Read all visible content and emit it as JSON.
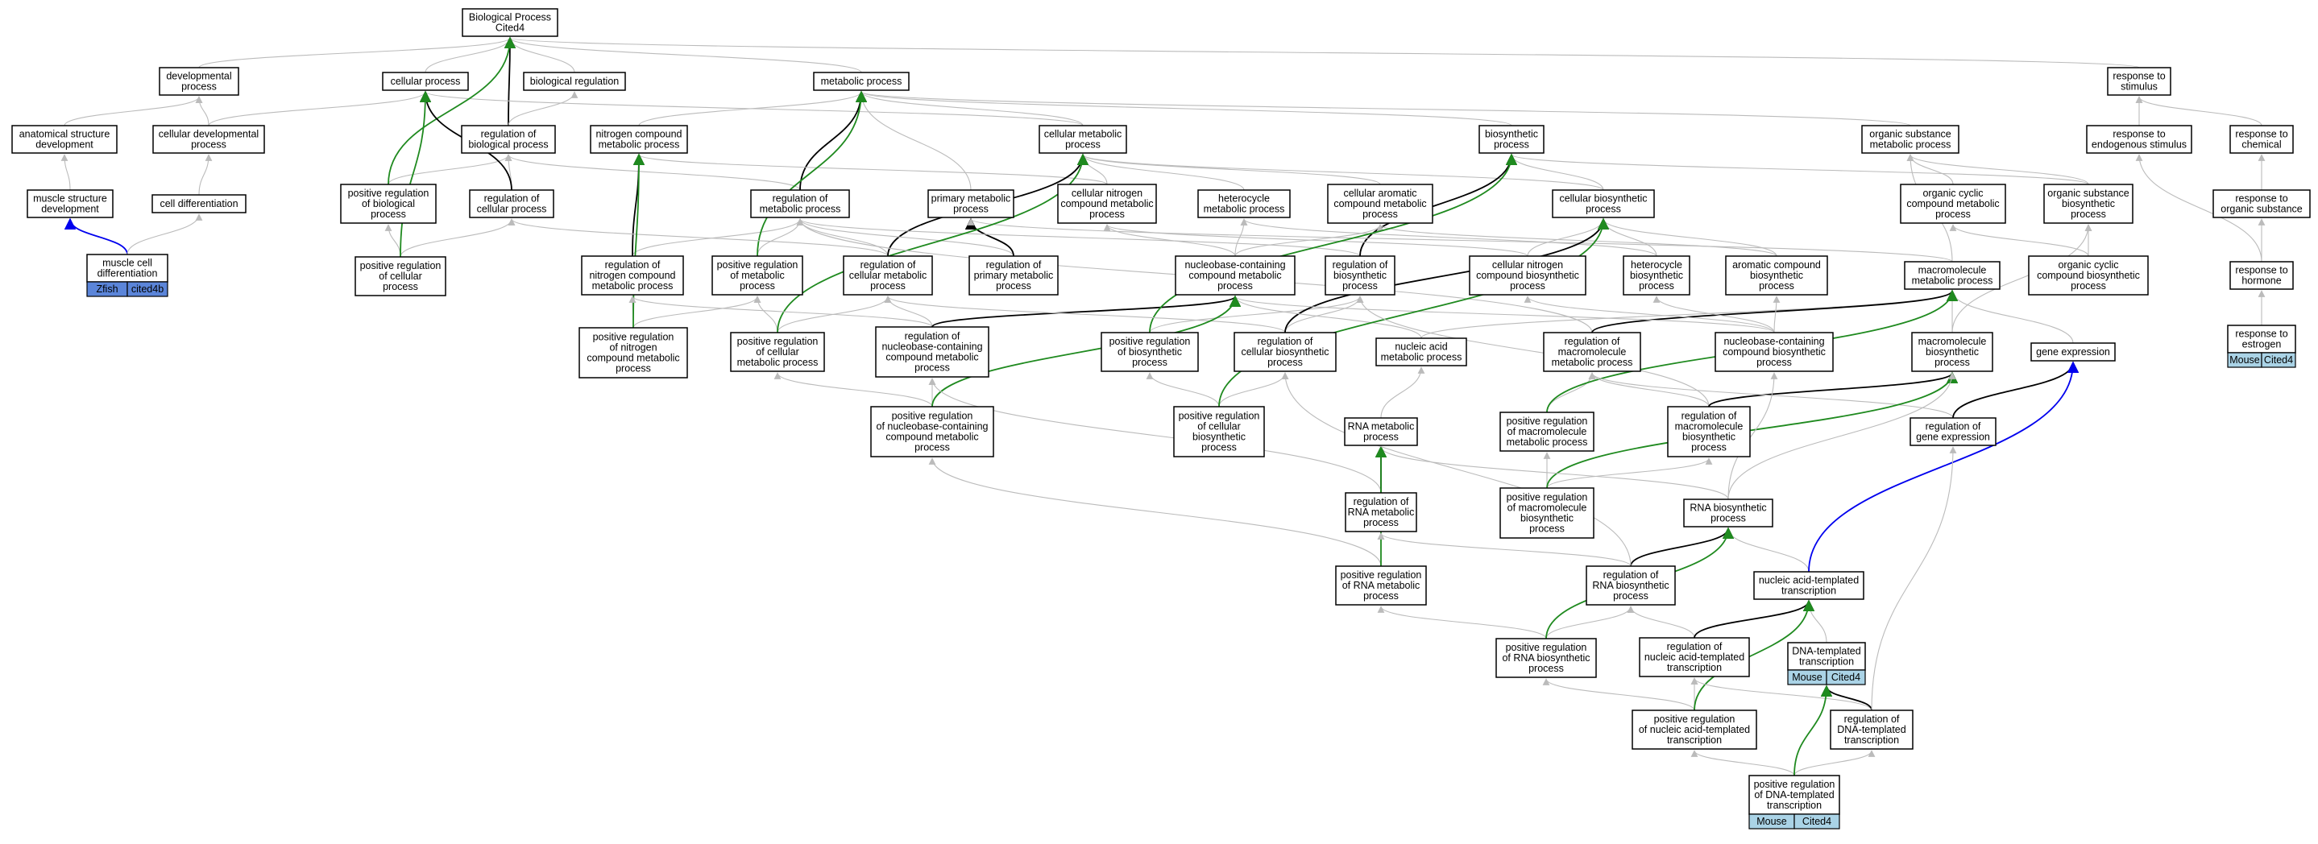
{
  "title": "Biological Process\nCited4",
  "colors": {
    "is_a": "#bbbbbb",
    "part_of": "#000000",
    "positively_regulates": "#1f8a1f",
    "annotation_link": "#0000ee",
    "zfish_badge": "#5b85d9",
    "mouse_badge": "#aad3e6"
  },
  "nodes": [
    {
      "id": "bp",
      "label": "Biological Process\nCited4"
    },
    {
      "id": "devproc",
      "label": "developmental\nprocess"
    },
    {
      "id": "cellproc",
      "label": "cellular process"
    },
    {
      "id": "bioreg",
      "label": "biological regulation"
    },
    {
      "id": "metab",
      "label": "metabolic process"
    },
    {
      "id": "respstim",
      "label": "response to\nstimulus"
    },
    {
      "id": "anatdev",
      "label": "anatomical structure\ndevelopment"
    },
    {
      "id": "celldev",
      "label": "cellular developmental\nprocess"
    },
    {
      "id": "regbio",
      "label": "regulation of\nbiological process"
    },
    {
      "id": "nitro",
      "label": "nitrogen compound\nmetabolic process"
    },
    {
      "id": "cellmet",
      "label": "cellular metabolic\nprocess"
    },
    {
      "id": "biosyn",
      "label": "biosynthetic\nprocess"
    },
    {
      "id": "orgsub",
      "label": "organic substance\nmetabolic process"
    },
    {
      "id": "respendo",
      "label": "response to\nendogenous stimulus"
    },
    {
      "id": "respchem",
      "label": "response to\nchemical"
    },
    {
      "id": "muscdev",
      "label": "muscle structure\ndevelopment"
    },
    {
      "id": "celldiff",
      "label": "cell differentiation"
    },
    {
      "id": "posregbio",
      "label": "positive regulation\nof biological\nprocess"
    },
    {
      "id": "regcell",
      "label": "regulation of\ncellular process"
    },
    {
      "id": "regmet",
      "label": "regulation of\nmetabolic process"
    },
    {
      "id": "primmet",
      "label": "primary metabolic\nprocess"
    },
    {
      "id": "cellnitro",
      "label": "cellular nitrogen\ncompound metabolic\nprocess"
    },
    {
      "id": "hetero",
      "label": "heterocycle\nmetabolic process"
    },
    {
      "id": "cellarom",
      "label": "cellular aromatic\ncompound metabolic\nprocess"
    },
    {
      "id": "cellbio",
      "label": "cellular biosynthetic\nprocess"
    },
    {
      "id": "orgcyc",
      "label": "organic cyclic\ncompound metabolic\nprocess"
    },
    {
      "id": "orgsubbio",
      "label": "organic substance\nbiosynthetic\nprocess"
    },
    {
      "id": "resporg",
      "label": "response to\norganic substance"
    },
    {
      "id": "muscdiff",
      "label": "muscle cell\ndifferentiation",
      "badges": [
        "Zfish",
        "cited4b"
      ],
      "badge_style": "zfish"
    },
    {
      "id": "posregcell",
      "label": "positive regulation\nof cellular\nprocess"
    },
    {
      "id": "regnitro",
      "label": "regulation of\nnitrogen compound\nmetabolic process"
    },
    {
      "id": "posregmet",
      "label": "positive regulation\nof metabolic\nprocess"
    },
    {
      "id": "regcellmet",
      "label": "regulation of\ncellular metabolic\nprocess"
    },
    {
      "id": "regprim",
      "label": "regulation of\nprimary metabolic\nprocess"
    },
    {
      "id": "nucmet",
      "label": "nucleobase-containing\ncompound metabolic\nprocess"
    },
    {
      "id": "regbiosyn",
      "label": "regulation of\nbiosynthetic\nprocess"
    },
    {
      "id": "cellnitrobio",
      "label": "cellular nitrogen\ncompound biosynthetic\nprocess"
    },
    {
      "id": "heterobio",
      "label": "heterocycle\nbiosynthetic\nprocess"
    },
    {
      "id": "arombio",
      "label": "aromatic compound\nbiosynthetic\nprocess"
    },
    {
      "id": "macromet",
      "label": "macromolecule\nmetabolic process"
    },
    {
      "id": "orgcycbio",
      "label": "organic cyclic\ncompound biosynthetic\nprocess"
    },
    {
      "id": "resphorm",
      "label": "response to\nhormone"
    },
    {
      "id": "posregnitro",
      "label": "positive regulation\nof nitrogen\ncompound metabolic\nprocess"
    },
    {
      "id": "posregcellmet",
      "label": "positive regulation\nof cellular\nmetabolic process"
    },
    {
      "id": "regnuc",
      "label": "regulation of\nnucleobase-containing\ncompound metabolic\nprocess"
    },
    {
      "id": "posregbiosyn",
      "label": "positive regulation\nof biosynthetic\nprocess"
    },
    {
      "id": "regcellbio",
      "label": "regulation of\ncellular biosynthetic\nprocess"
    },
    {
      "id": "nucacid",
      "label": "nucleic acid\nmetabolic process"
    },
    {
      "id": "regmacro",
      "label": "regulation of\nmacromolecule\nmetabolic process"
    },
    {
      "id": "nucbio",
      "label": "nucleobase-containing\ncompound biosynthetic\nprocess"
    },
    {
      "id": "macrobio",
      "label": "macromolecule\nbiosynthetic\nprocess"
    },
    {
      "id": "geneexp",
      "label": "gene expression"
    },
    {
      "id": "respestro",
      "label": "response to\nestrogen",
      "badges": [
        "Mouse",
        "Cited4"
      ],
      "badge_style": "mouse"
    },
    {
      "id": "posregnuc",
      "label": "positive regulation\nof nucleobase-containing\ncompound metabolic\nprocess"
    },
    {
      "id": "posregcellbio",
      "label": "positive regulation\nof cellular\nbiosynthetic\nprocess"
    },
    {
      "id": "posregmacromet",
      "label": "positive regulation\nof macromolecule\nmetabolic process"
    },
    {
      "id": "regmacrobio",
      "label": "regulation of\nmacromolecule\nbiosynthetic\nprocess"
    },
    {
      "id": "reggene",
      "label": "regulation of\ngene expression"
    },
    {
      "id": "rnamet",
      "label": "RNA metabolic\nprocess"
    },
    {
      "id": "posregmacrobio",
      "label": "positive regulation\nof macromolecule\nbiosynthetic\nprocess"
    },
    {
      "id": "rnabio",
      "label": "RNA biosynthetic\nprocess"
    },
    {
      "id": "regrnamet",
      "label": "regulation of\nRNA metabolic\nprocess"
    },
    {
      "id": "posregrnamet",
      "label": "positive regulation\nof RNA metabolic\nprocess"
    },
    {
      "id": "regrnabio",
      "label": "regulation of\nRNA biosynthetic\nprocess"
    },
    {
      "id": "nuctrans",
      "label": "nucleic acid-templated\ntranscription"
    },
    {
      "id": "posregrnabio",
      "label": "positive regulation\nof RNA biosynthetic\nprocess"
    },
    {
      "id": "regnuctrans",
      "label": "regulation of\nnucleic acid-templated\ntranscription"
    },
    {
      "id": "dnatrans",
      "label": "DNA-templated\ntranscription",
      "badges": [
        "Mouse",
        "Cited4"
      ],
      "badge_style": "mouse"
    },
    {
      "id": "posregnuctrans",
      "label": "positive regulation\nof nucleic acid-templated\ntranscription"
    },
    {
      "id": "regdnatrans",
      "label": "regulation of\nDNA-templated\ntranscription"
    },
    {
      "id": "posregdnatrans",
      "label": "positive regulation\nof DNA-templated\ntranscription",
      "badges": [
        "Mouse",
        "Cited4"
      ],
      "badge_style": "mouse"
    }
  ],
  "edges": [
    [
      "devproc",
      "bp",
      "is_a"
    ],
    [
      "cellproc",
      "bp",
      "is_a"
    ],
    [
      "bioreg",
      "bp",
      "is_a"
    ],
    [
      "metab",
      "bp",
      "is_a"
    ],
    [
      "respstim",
      "bp",
      "is_a"
    ],
    [
      "anatdev",
      "devproc",
      "is_a"
    ],
    [
      "celldev",
      "devproc",
      "is_a"
    ],
    [
      "celldev",
      "cellproc",
      "is_a"
    ],
    [
      "regbio",
      "bp",
      "part_of"
    ],
    [
      "regbio",
      "bioreg",
      "is_a"
    ],
    [
      "nitro",
      "metab",
      "is_a"
    ],
    [
      "cellmet",
      "metab",
      "is_a"
    ],
    [
      "cellmet",
      "cellproc",
      "is_a"
    ],
    [
      "biosyn",
      "metab",
      "is_a"
    ],
    [
      "orgsub",
      "metab",
      "is_a"
    ],
    [
      "respendo",
      "respstim",
      "is_a"
    ],
    [
      "respchem",
      "respstim",
      "is_a"
    ],
    [
      "muscdev",
      "anatdev",
      "is_a"
    ],
    [
      "celldiff",
      "celldev",
      "is_a"
    ],
    [
      "posregbio",
      "regbio",
      "is_a"
    ],
    [
      "posregbio",
      "bp",
      "positively_regulates"
    ],
    [
      "regcell",
      "regbio",
      "is_a"
    ],
    [
      "regcell",
      "cellproc",
      "part_of"
    ],
    [
      "regmet",
      "regbio",
      "is_a"
    ],
    [
      "regmet",
      "metab",
      "part_of"
    ],
    [
      "primmet",
      "metab",
      "is_a"
    ],
    [
      "cellnitro",
      "nitro",
      "is_a"
    ],
    [
      "cellnitro",
      "cellmet",
      "is_a"
    ],
    [
      "hetero",
      "cellmet",
      "is_a"
    ],
    [
      "cellarom",
      "cellmet",
      "is_a"
    ],
    [
      "cellbio",
      "biosyn",
      "is_a"
    ],
    [
      "cellbio",
      "cellmet",
      "is_a"
    ],
    [
      "orgcyc",
      "orgsub",
      "is_a"
    ],
    [
      "orgsubbio",
      "orgsub",
      "is_a"
    ],
    [
      "orgsubbio",
      "biosyn",
      "is_a"
    ],
    [
      "resporg",
      "respchem",
      "is_a"
    ],
    [
      "muscdiff",
      "muscdev",
      "part_of_blue"
    ],
    [
      "muscdiff",
      "celldiff",
      "is_a"
    ],
    [
      "posregcell",
      "regcell",
      "is_a"
    ],
    [
      "posregcell",
      "posregbio",
      "is_a"
    ],
    [
      "posregcell",
      "cellproc",
      "positively_regulates"
    ],
    [
      "regnitro",
      "regmet",
      "is_a"
    ],
    [
      "regnitro",
      "nitro",
      "part_of"
    ],
    [
      "posregmet",
      "regmet",
      "is_a"
    ],
    [
      "posregmet",
      "metab",
      "positively_regulates"
    ],
    [
      "regcellmet",
      "regmet",
      "is_a"
    ],
    [
      "regcellmet",
      "regcell",
      "is_a"
    ],
    [
      "regcellmet",
      "cellmet",
      "part_of"
    ],
    [
      "regprim",
      "regmet",
      "is_a"
    ],
    [
      "regprim",
      "primmet",
      "part_of"
    ],
    [
      "nucmet",
      "cellnitro",
      "is_a"
    ],
    [
      "nucmet",
      "hetero",
      "is_a"
    ],
    [
      "nucmet",
      "cellarom",
      "is_a"
    ],
    [
      "regbiosyn",
      "regmet",
      "is_a"
    ],
    [
      "regbiosyn",
      "biosyn",
      "part_of"
    ],
    [
      "cellnitrobio",
      "cellbio",
      "is_a"
    ],
    [
      "cellnitrobio",
      "cellnitro",
      "is_a"
    ],
    [
      "heterobio",
      "cellbio",
      "is_a"
    ],
    [
      "heterobio",
      "hetero",
      "is_a"
    ],
    [
      "arombio",
      "cellbio",
      "is_a"
    ],
    [
      "arombio",
      "cellarom",
      "is_a"
    ],
    [
      "macromet",
      "primmet",
      "is_a"
    ],
    [
      "macromet",
      "orgsub",
      "is_a"
    ],
    [
      "orgcycbio",
      "orgcyc",
      "is_a"
    ],
    [
      "orgcycbio",
      "orgsubbio",
      "is_a"
    ],
    [
      "resphorm",
      "resporg",
      "is_a"
    ],
    [
      "resphorm",
      "respendo",
      "is_a"
    ],
    [
      "posregnitro",
      "regnitro",
      "is_a"
    ],
    [
      "posregnitro",
      "posregmet",
      "is_a"
    ],
    [
      "posregnitro",
      "nitro",
      "positively_regulates"
    ],
    [
      "posregcellmet",
      "regcellmet",
      "is_a"
    ],
    [
      "posregcellmet",
      "posregmet",
      "is_a"
    ],
    [
      "posregcellmet",
      "cellmet",
      "positively_regulates"
    ],
    [
      "regnuc",
      "regcellmet",
      "is_a"
    ],
    [
      "regnuc",
      "regnitro",
      "is_a"
    ],
    [
      "regnuc",
      "nucmet",
      "part_of"
    ],
    [
      "posregbiosyn",
      "regbiosyn",
      "is_a"
    ],
    [
      "posregbiosyn",
      "biosyn",
      "positively_regulates"
    ],
    [
      "regcellbio",
      "regbiosyn",
      "is_a"
    ],
    [
      "regcellbio",
      "regcellmet",
      "is_a"
    ],
    [
      "regcellbio",
      "cellbio",
      "part_of"
    ],
    [
      "nucacid",
      "nucmet",
      "is_a"
    ],
    [
      "nucacid",
      "macromet",
      "is_a"
    ],
    [
      "regmacro",
      "regmet",
      "is_a"
    ],
    [
      "regmacro",
      "macromet",
      "part_of"
    ],
    [
      "nucbio",
      "nucmet",
      "is_a"
    ],
    [
      "nucbio",
      "heterobio",
      "is_a"
    ],
    [
      "nucbio",
      "arombio",
      "is_a"
    ],
    [
      "nucbio",
      "cellnitrobio",
      "is_a"
    ],
    [
      "macrobio",
      "macromet",
      "is_a"
    ],
    [
      "macrobio",
      "orgsubbio",
      "is_a"
    ],
    [
      "geneexp",
      "macromet",
      "is_a"
    ],
    [
      "respestro",
      "resphorm",
      "is_a"
    ],
    [
      "posregnuc",
      "regnuc",
      "is_a"
    ],
    [
      "posregnuc",
      "posregcellmet",
      "is_a"
    ],
    [
      "posregnuc",
      "nucmet",
      "positively_regulates"
    ],
    [
      "posregcellbio",
      "regcellbio",
      "is_a"
    ],
    [
      "posregcellbio",
      "posregbiosyn",
      "is_a"
    ],
    [
      "posregcellbio",
      "cellbio",
      "positively_regulates"
    ],
    [
      "posregmacromet",
      "regmacro",
      "is_a"
    ],
    [
      "posregmacromet",
      "macromet",
      "positively_regulates"
    ],
    [
      "regmacrobio",
      "regmacro",
      "is_a"
    ],
    [
      "regmacrobio",
      "regbiosyn",
      "is_a"
    ],
    [
      "regmacrobio",
      "macrobio",
      "part_of"
    ],
    [
      "reggene",
      "regmacro",
      "is_a"
    ],
    [
      "reggene",
      "geneexp",
      "part_of"
    ],
    [
      "rnamet",
      "nucacid",
      "is_a"
    ],
    [
      "posregmacrobio",
      "regmacrobio",
      "is_a"
    ],
    [
      "posregmacrobio",
      "posregmacromet",
      "is_a"
    ],
    [
      "posregmacrobio",
      "macrobio",
      "positively_regulates"
    ],
    [
      "rnabio",
      "nucbio",
      "is_a"
    ],
    [
      "rnabio",
      "macrobio",
      "is_a"
    ],
    [
      "rnabio",
      "rnamet",
      "is_a"
    ],
    [
      "regrnamet",
      "rnamet",
      "part_of"
    ],
    [
      "regrnamet",
      "regnuc",
      "is_a"
    ],
    [
      "posregrnamet",
      "regrnamet",
      "is_a"
    ],
    [
      "posregrnamet",
      "posregnuc",
      "is_a"
    ],
    [
      "posregrnamet",
      "rnamet",
      "positively_regulates"
    ],
    [
      "regrnabio",
      "regrnamet",
      "is_a"
    ],
    [
      "regrnabio",
      "rnabio",
      "part_of"
    ],
    [
      "regrnabio",
      "regcellbio",
      "is_a"
    ],
    [
      "nuctrans",
      "rnabio",
      "is_a"
    ],
    [
      "nuctrans",
      "geneexp",
      "part_of_blue"
    ],
    [
      "posregrnabio",
      "regrnabio",
      "is_a"
    ],
    [
      "posregrnabio",
      "posregrnamet",
      "is_a"
    ],
    [
      "posregrnabio",
      "rnabio",
      "positively_regulates"
    ],
    [
      "regnuctrans",
      "regrnabio",
      "is_a"
    ],
    [
      "regnuctrans",
      "nuctrans",
      "part_of"
    ],
    [
      "dnatrans",
      "nuctrans",
      "is_a"
    ],
    [
      "posregnuctrans",
      "regnuctrans",
      "is_a"
    ],
    [
      "posregnuctrans",
      "posregrnabio",
      "is_a"
    ],
    [
      "posregnuctrans",
      "nuctrans",
      "positively_regulates"
    ],
    [
      "regdnatrans",
      "regnuctrans",
      "is_a"
    ],
    [
      "regdnatrans",
      "dnatrans",
      "part_of"
    ],
    [
      "regdnatrans",
      "reggene",
      "is_a"
    ],
    [
      "posregdnatrans",
      "regdnatrans",
      "is_a"
    ],
    [
      "posregdnatrans",
      "posregnuctrans",
      "is_a"
    ],
    [
      "posregdnatrans",
      "dnatrans",
      "positively_regulates"
    ]
  ]
}
